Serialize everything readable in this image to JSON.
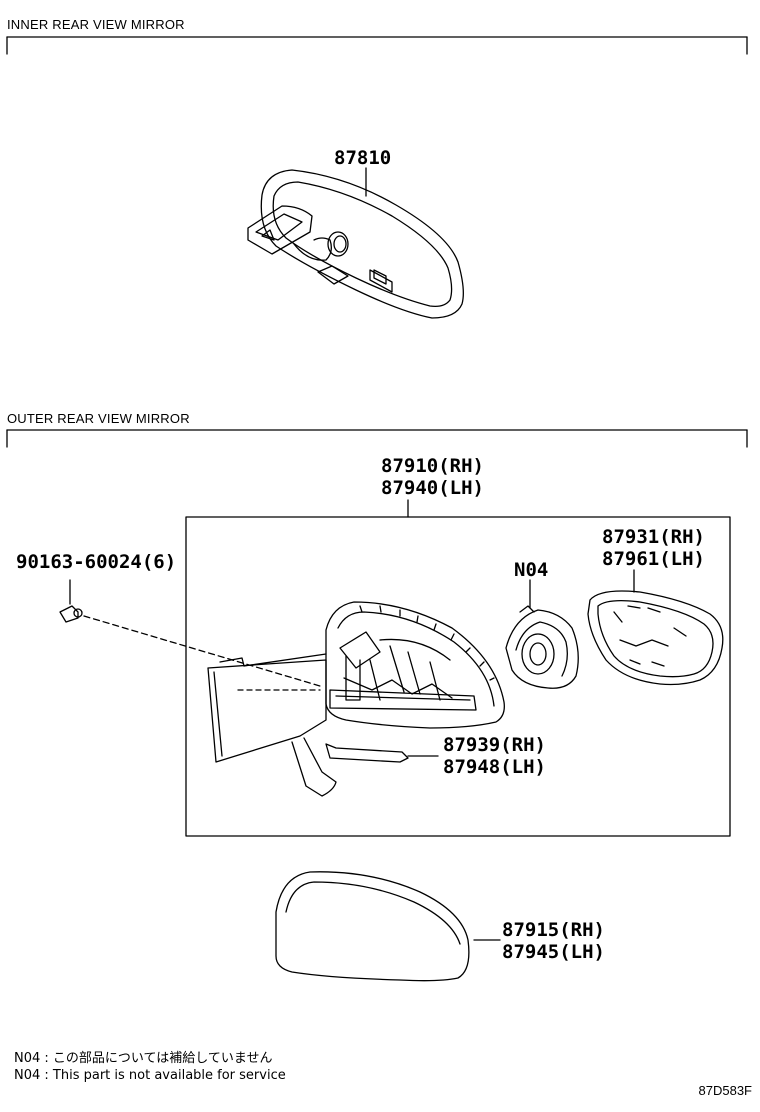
{
  "sections": {
    "inner_title": "INNER REAR VIEW MIRROR",
    "outer_title": "OUTER REAR VIEW MIRROR"
  },
  "parts": {
    "inner_mirror": "87810",
    "outer_mirror_rh": "87910(RH)",
    "outer_mirror_lh": "87940(LH)",
    "screw": "90163-60024(6)",
    "n04": "N04",
    "glass_rh": "87931(RH)",
    "glass_lh": "87961(LH)",
    "lamp_rh": "87939(RH)",
    "lamp_lh": "87948(LH)",
    "cover_rh": "87915(RH)",
    "cover_lh": "87945(LH)"
  },
  "notes": {
    "jp": "N04 :  この部品については補給していません",
    "en": "N04 :  This part is not available for service"
  },
  "diagram_code": "87D583F"
}
